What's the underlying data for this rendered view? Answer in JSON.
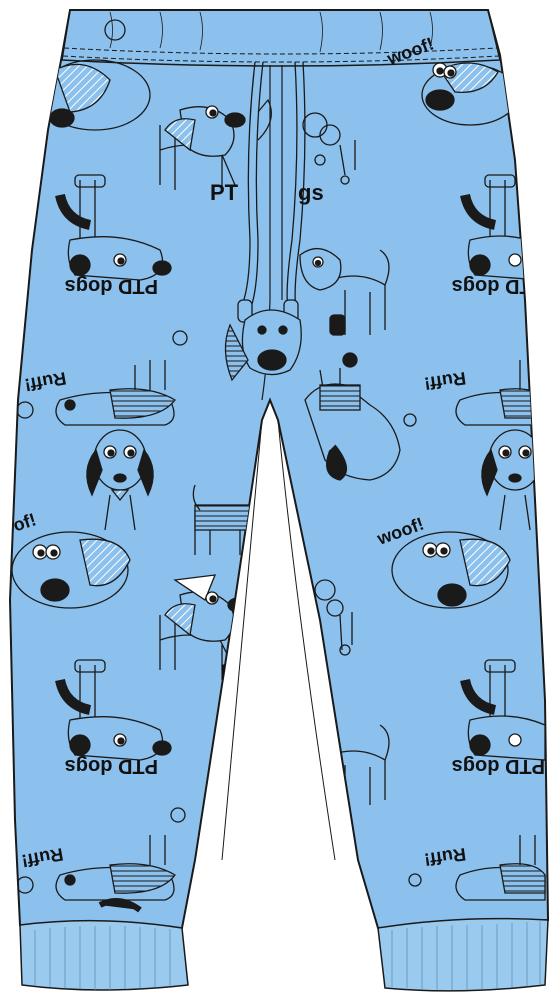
{
  "garment": {
    "type_icon": "pants-icon",
    "colors": {
      "fabric": "#8cc1ed",
      "cuff": "#9acbef",
      "outline": "#1a1a1a",
      "print": "#1a1a1a",
      "stripe": "#ffffff"
    }
  },
  "print": {
    "logo_text": "PTD dogs",
    "logo_partial_left": "PT",
    "logo_partial_right": "gs",
    "woof": "woof!",
    "woof_partial": "oof!",
    "ruff": "Ruff!"
  }
}
